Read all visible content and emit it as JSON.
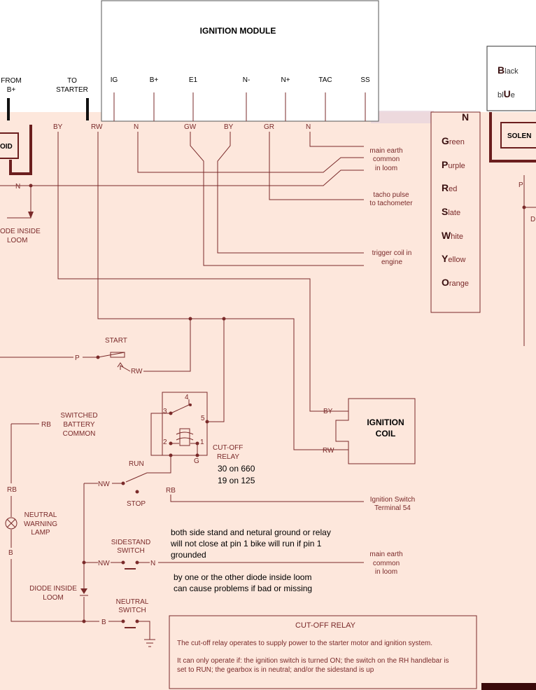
{
  "module": {
    "title": "IGNITION MODULE",
    "pins": [
      "IG",
      "B+",
      "E1",
      "N-",
      "N+",
      "TAC",
      "SS"
    ]
  },
  "from_label": [
    "FROM",
    "B+"
  ],
  "starter_label": [
    "TO",
    "STARTER"
  ],
  "solenoid_left": "OID",
  "solenoid_right": "SOLEN",
  "wire_codes_top": [
    "BY",
    "RW",
    "N",
    "GW",
    "BY",
    "GR",
    "N"
  ],
  "legend_top": [
    {
      "big": "B",
      "rest": "lack"
    },
    {
      "pre": "bl",
      "big": "U",
      "rest": "e"
    }
  ],
  "legend": [
    {
      "big": "N",
      "rest": ""
    },
    {
      "big": "G",
      "rest": "reen"
    },
    {
      "big": "P",
      "rest": "urple"
    },
    {
      "big": "R",
      "rest": "ed"
    },
    {
      "big": "S",
      "rest": "late"
    },
    {
      "big": "W",
      "rest": "hite"
    },
    {
      "big": "Y",
      "rest": "ellow"
    },
    {
      "big": "O",
      "rest": "range"
    }
  ],
  "labels": {
    "main_earth_1": [
      "main earth",
      "common",
      "in loom"
    ],
    "tacho": [
      "tacho pulse",
      "to tachometer"
    ],
    "trigger": [
      "trigger coil in",
      "engine"
    ],
    "diode_top": [
      "ODE INSIDE",
      "LOOM"
    ],
    "start": "START",
    "p_wire": "P",
    "rw_start": "RW",
    "n_left": "N",
    "p_right": "P",
    "d_right": "D",
    "switched": [
      "SWITCHED",
      "BATTERY",
      "COMMON"
    ],
    "rb_top": "RB",
    "relay_pins": [
      "3",
      "4",
      "5",
      "2",
      "1"
    ],
    "cutoff_relay": [
      "CUT-OFF",
      "RELAY"
    ],
    "g": "G",
    "relay_numbers": [
      "30 on 660",
      "19 on 125"
    ],
    "run": "RUN",
    "nw_run": "NW",
    "stop": "STOP",
    "rb_relay": "RB",
    "ign_switch": [
      "Ignition Switch",
      "Terminal 54"
    ],
    "rb_lamp": "RB",
    "neutral_lamp": [
      "NEUTRAL",
      "WARNING",
      "LAMP"
    ],
    "b_lamp": "B",
    "sidestand": [
      "SIDESTAND",
      "SWITCH"
    ],
    "nw_side": "NW",
    "n_side": "N",
    "main_earth_2": [
      "main earth",
      "common",
      "in loom"
    ],
    "diode_loom": [
      "DIODE INSIDE",
      "LOOM"
    ],
    "neutral_switch": [
      "NEUTRAL",
      "SWITCH"
    ],
    "b_neutral": "B",
    "coil_by": "BY",
    "coil_rw": "RW",
    "ignition_coil": [
      "IGNITION",
      "COIL"
    ]
  },
  "notes": {
    "note1": [
      "both side stand and netural ground or relay",
      "will not close at pin 1 bike will run if pin 1",
      "grounded"
    ],
    "note2": [
      "by one or the other diode inside loom",
      "can cause problems if bad or missing"
    ]
  },
  "cutoff_box": {
    "title": "CUT-OFF RELAY",
    "p1": "The cut-off relay operates to supply power to the starter motor and ignition system.",
    "p2a": "It can only operate if: the ignition switch is turned ON; the switch on the RH handlebar is",
    "p2b": "set to RUN; the gearbox is in neutral; and/or the sidestand is up"
  },
  "colors": {
    "background": "#fde7dc",
    "wire": "#7a2a2a",
    "thick_wire": "#6b1e1e"
  }
}
